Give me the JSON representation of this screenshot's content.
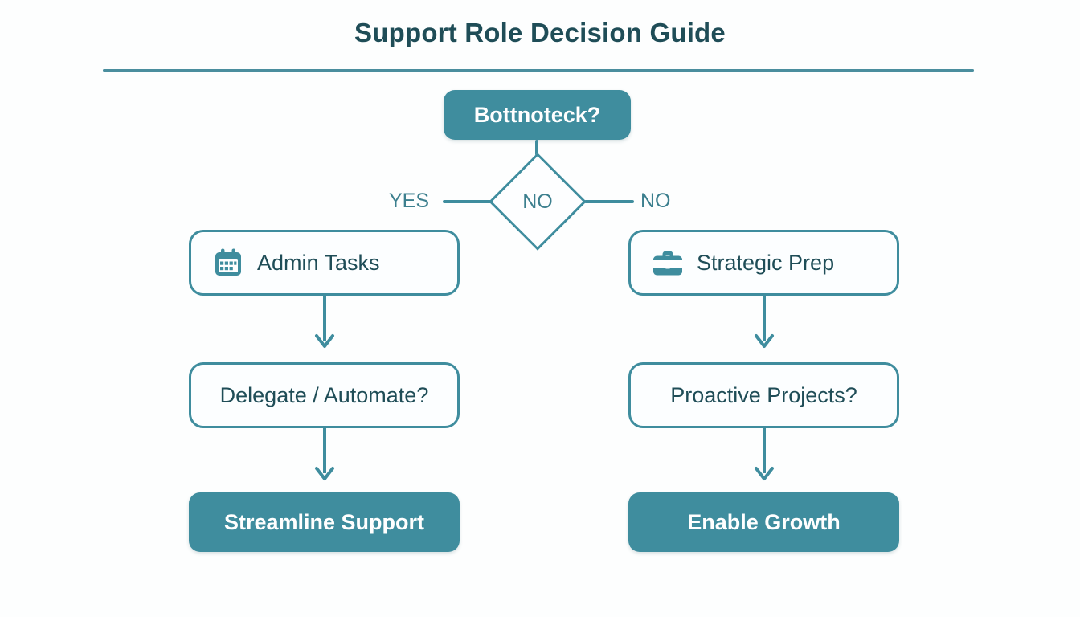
{
  "page": {
    "title": "Support Role Decision Guide",
    "background_color": "#fdfefe"
  },
  "theme": {
    "accent": "#3f8d9e",
    "title_color": "#1f4d57",
    "text_on_fill": "#ffffff",
    "outline_box_fill": "#fcfeff",
    "branch_label_color": "#3c7f8e"
  },
  "flow": {
    "start_node": {
      "label": "Bottnoteck?",
      "style": "filled"
    },
    "decision": {
      "label": "NO",
      "shape": "diamond",
      "branches": [
        {
          "label": "YES",
          "side": "left"
        },
        {
          "label": "NO",
          "side": "right"
        }
      ]
    },
    "columns": [
      {
        "side": "left",
        "nodes": [
          {
            "label": "Admin Tasks",
            "icon": "calendar-icon",
            "style": "outline"
          },
          {
            "label": "Delegate / Automate?",
            "icon": null,
            "style": "outline"
          },
          {
            "label": "Streamline Support",
            "icon": null,
            "style": "filled"
          }
        ]
      },
      {
        "side": "right",
        "nodes": [
          {
            "label": "Strategic Prep",
            "icon": "briefcase-icon",
            "style": "outline"
          },
          {
            "label": "Proactive Projects?",
            "icon": null,
            "style": "outline"
          },
          {
            "label": "Enable Growth",
            "icon": null,
            "style": "filled"
          }
        ]
      }
    ]
  }
}
